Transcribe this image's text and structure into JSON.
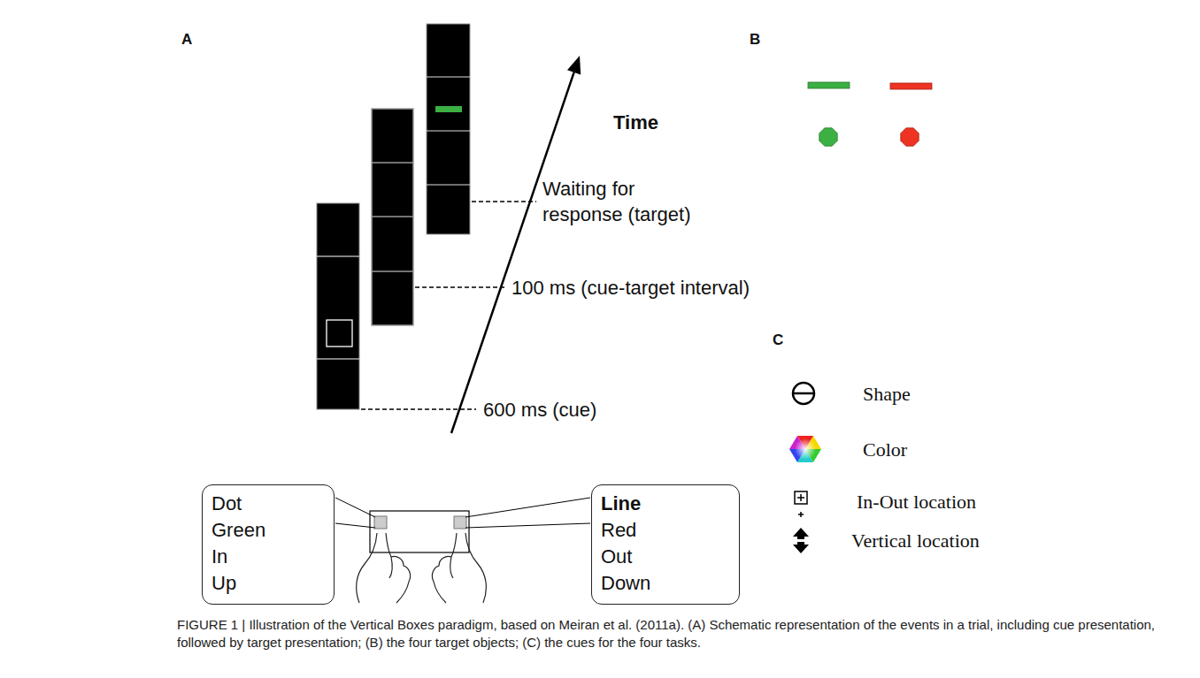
{
  "diagram": {
    "caption": "FIGURE 1 | Illustration of the Vertical Boxes paradigm, based on Meiran et al. (2011a). (A) Schematic representation of the events in a trial, including cue presentation, followed by target presentation; (B) the four target objects; (C) the cues for the four tasks.",
    "nodes": [
      {
        "text": [
          "Dot",
          "Green",
          "In",
          "Up"
        ]
      },
      {
        "text": [
          "Line",
          "Red",
          "Out",
          "Down"
        ]
      }
    ],
    "labels": [
      "A",
      "Time",
      "Waiting for response (target)",
      "100 ms (cue-target interval)",
      "600 ms (cue)",
      "B",
      "C",
      "Shape",
      "Color",
      "In-Out location",
      "Vertical location"
    ]
  }
}
